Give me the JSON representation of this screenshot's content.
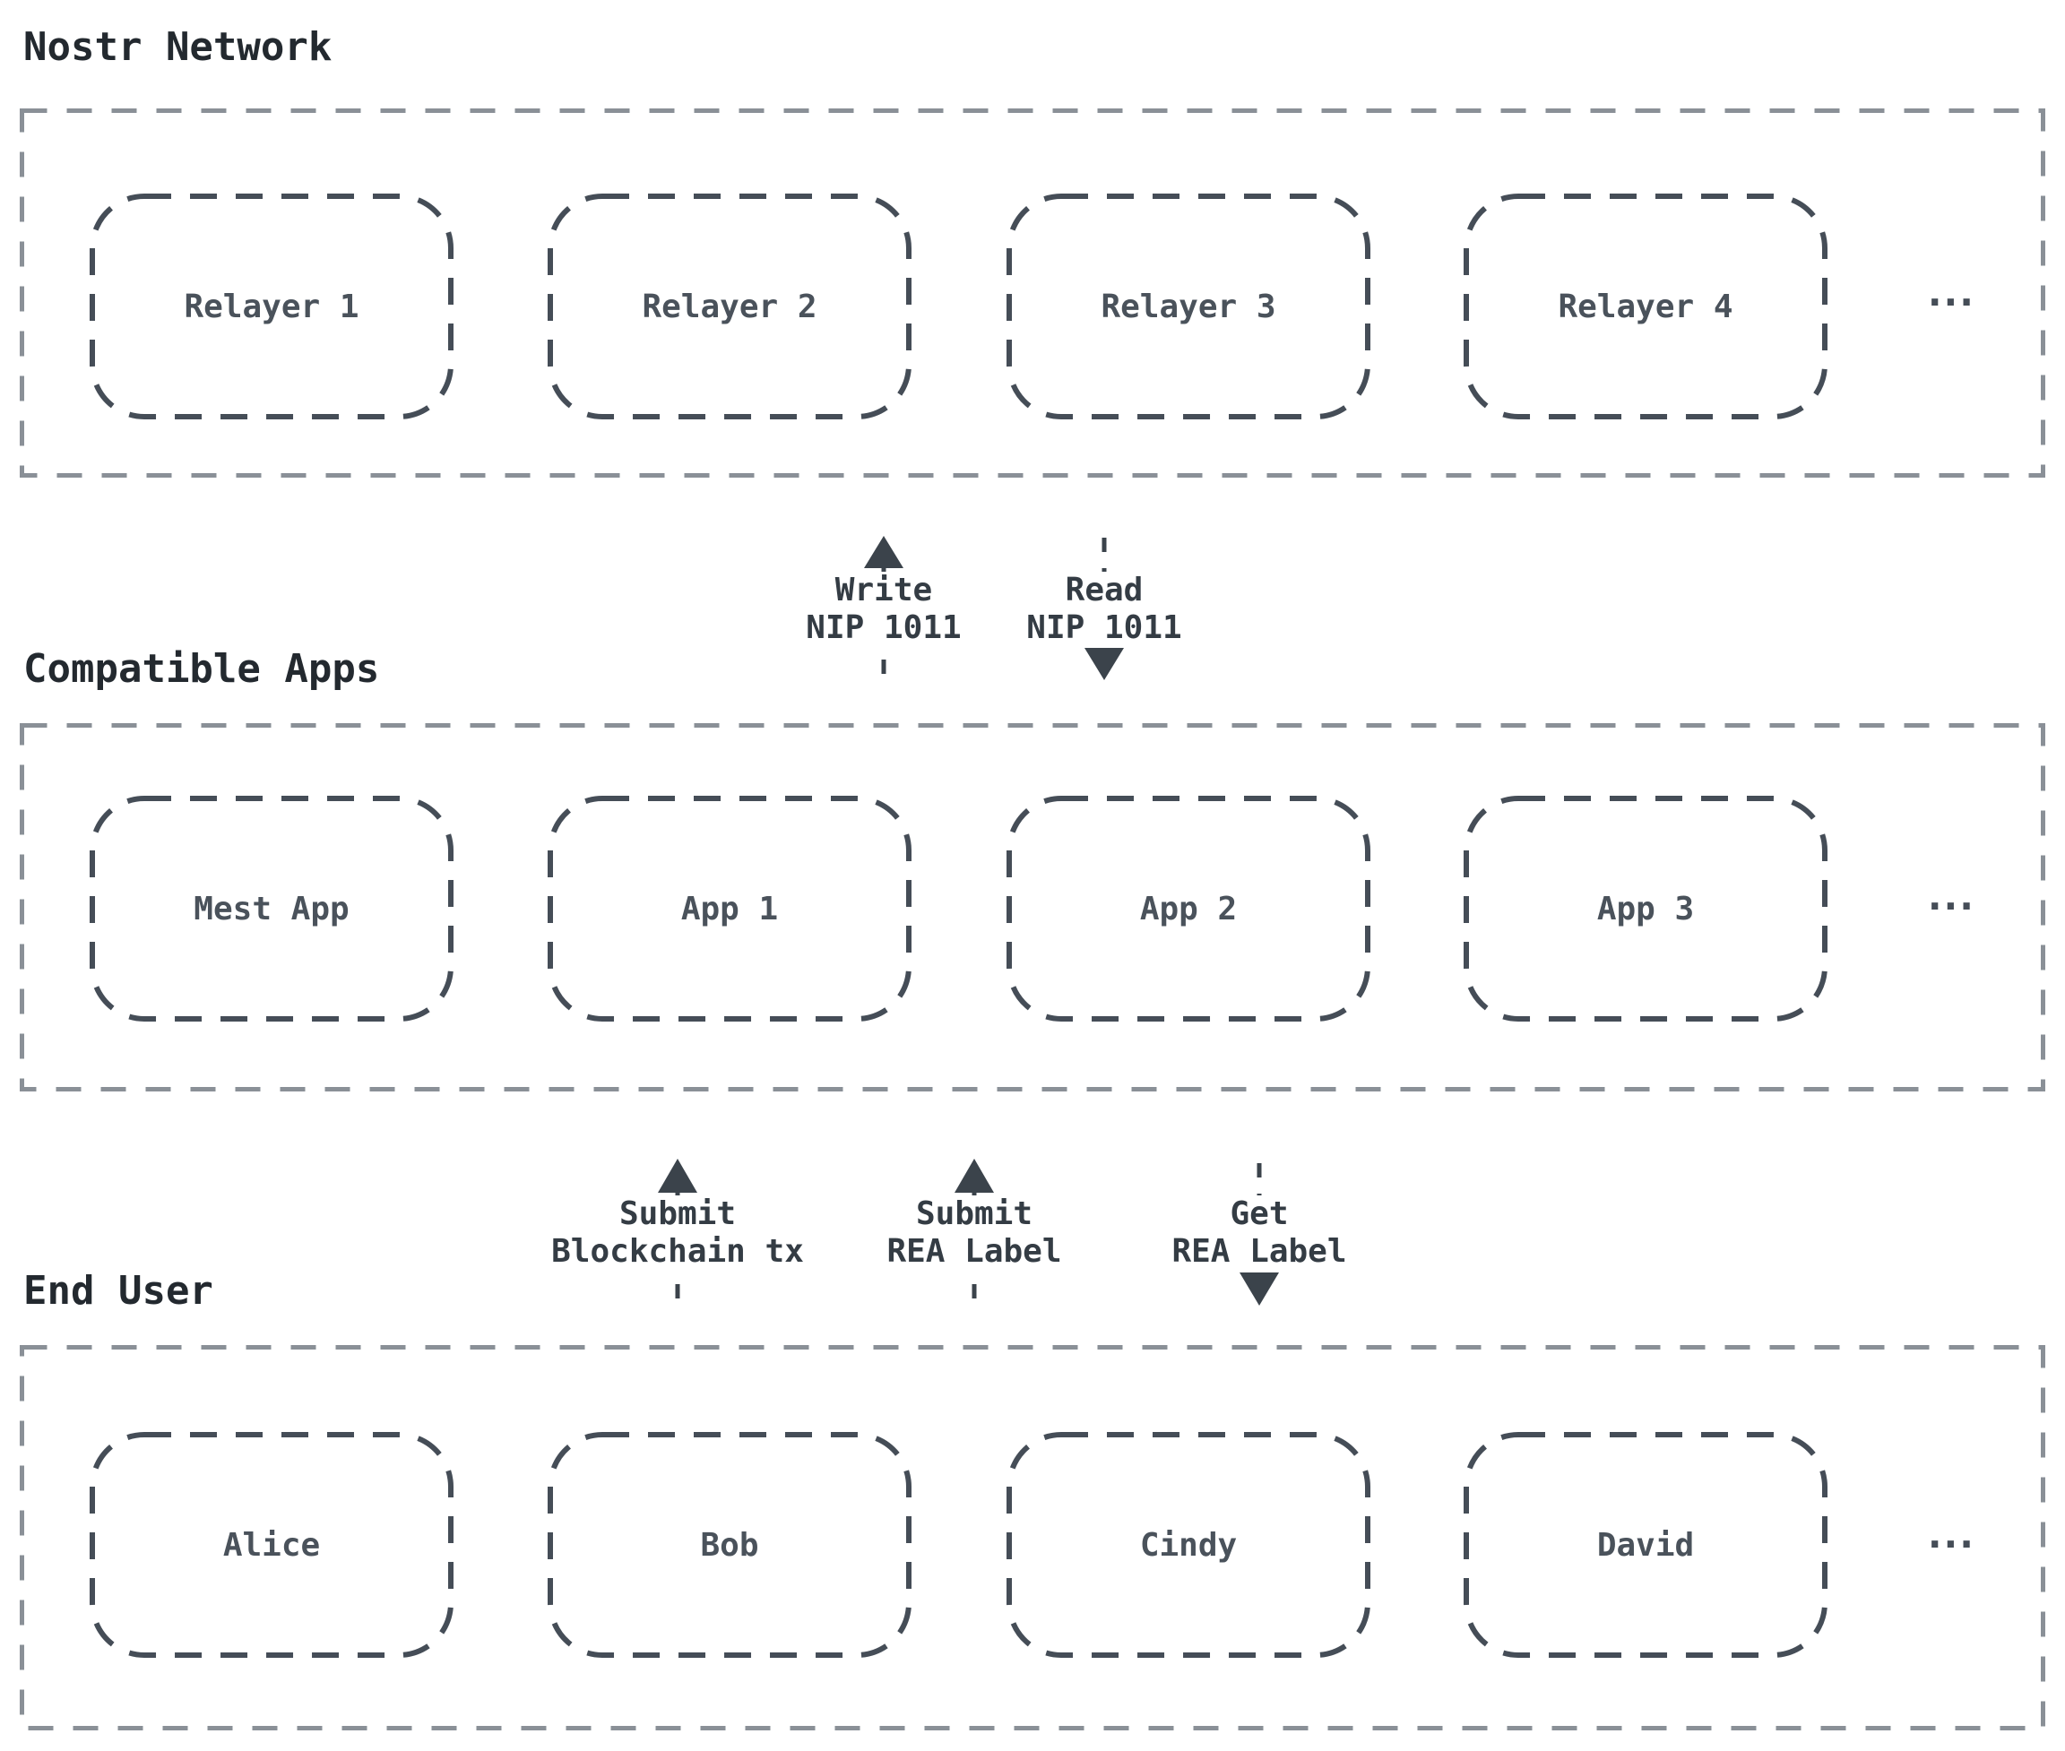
{
  "colors": {
    "container_border": "#8a9097",
    "node_border": "#454d57",
    "node_text": "#4a525b",
    "title_text": "#23292f",
    "edge": "#3b434b",
    "edge_text": "#343c44",
    "background": "#ffffff"
  },
  "sections": [
    {
      "title": "Nostr Network",
      "ellipsis": "...",
      "items": [
        {
          "label": "Relayer 1"
        },
        {
          "label": "Relayer 2"
        },
        {
          "label": "Relayer 3"
        },
        {
          "label": "Relayer 4"
        }
      ]
    },
    {
      "title": "Compatible Apps",
      "ellipsis": "...",
      "items": [
        {
          "label": "Mest App"
        },
        {
          "label": "App 1"
        },
        {
          "label": "App 2"
        },
        {
          "label": "App 3"
        }
      ]
    },
    {
      "title": "End User",
      "ellipsis": "...",
      "items": [
        {
          "label": "Alice"
        },
        {
          "label": "Bob"
        },
        {
          "label": "Cindy"
        },
        {
          "label": "David"
        }
      ]
    }
  ],
  "edges": [
    {
      "id": "write-nip",
      "direction": "up",
      "line1": "Write",
      "line2": "NIP 1011"
    },
    {
      "id": "read-nip",
      "direction": "down",
      "line1": "Read",
      "line2": "NIP 1011"
    },
    {
      "id": "submit-tx",
      "direction": "up",
      "line1": "Submit",
      "line2": "Blockchain tx"
    },
    {
      "id": "submit-rea",
      "direction": "up",
      "line1": "Submit",
      "line2": "REA Label"
    },
    {
      "id": "get-rea",
      "direction": "down",
      "line1": "Get",
      "line2": "REA Label"
    }
  ]
}
